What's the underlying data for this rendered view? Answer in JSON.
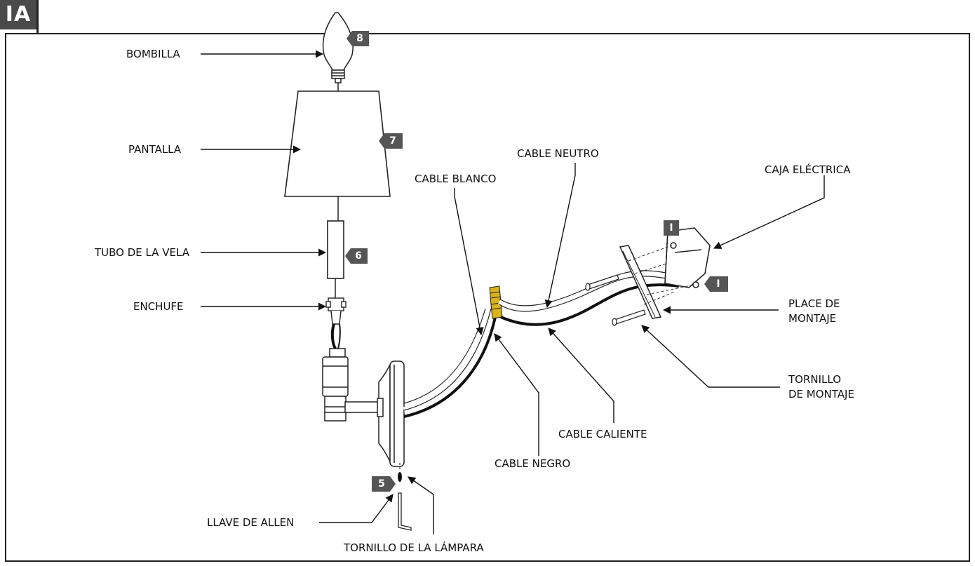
{
  "step_label": "IA",
  "labels": {
    "bombilla": "BOMBILLA",
    "pantalla": "PANTALLA",
    "tubo_vela": "TUBO DE LA VELA",
    "enchufe": "ENCHUFE",
    "llave_allen": "LLAVE DE ALLEN",
    "tornillo_lampara": "TORNILLO DE LA LÁMPARA",
    "cable_blanco": "CABLE BLANCO",
    "cable_neutro": "CABLE NEUTRO",
    "caja_electrica": "CAJA ELÉCTRICA",
    "placa_montaje_line1": "PLACE DE",
    "placa_montaje_line2": "MONTAJE",
    "tornillo_montaje_line1": "TORNILLO",
    "tornillo_montaje_line2": "DE MONTAJE",
    "cable_caliente": "CABLE CALIENTE",
    "cable_negro": "CABLE NEGRO"
  },
  "badges": {
    "bulb": "8",
    "shade": "7",
    "candle_tube": "6",
    "screw": "5",
    "box_top": "I",
    "box_bottom": "I"
  },
  "colors": {
    "badge_fill": "#555555",
    "tab_fill": "#4a4a4a",
    "wire_nut": "#d9b21c"
  }
}
